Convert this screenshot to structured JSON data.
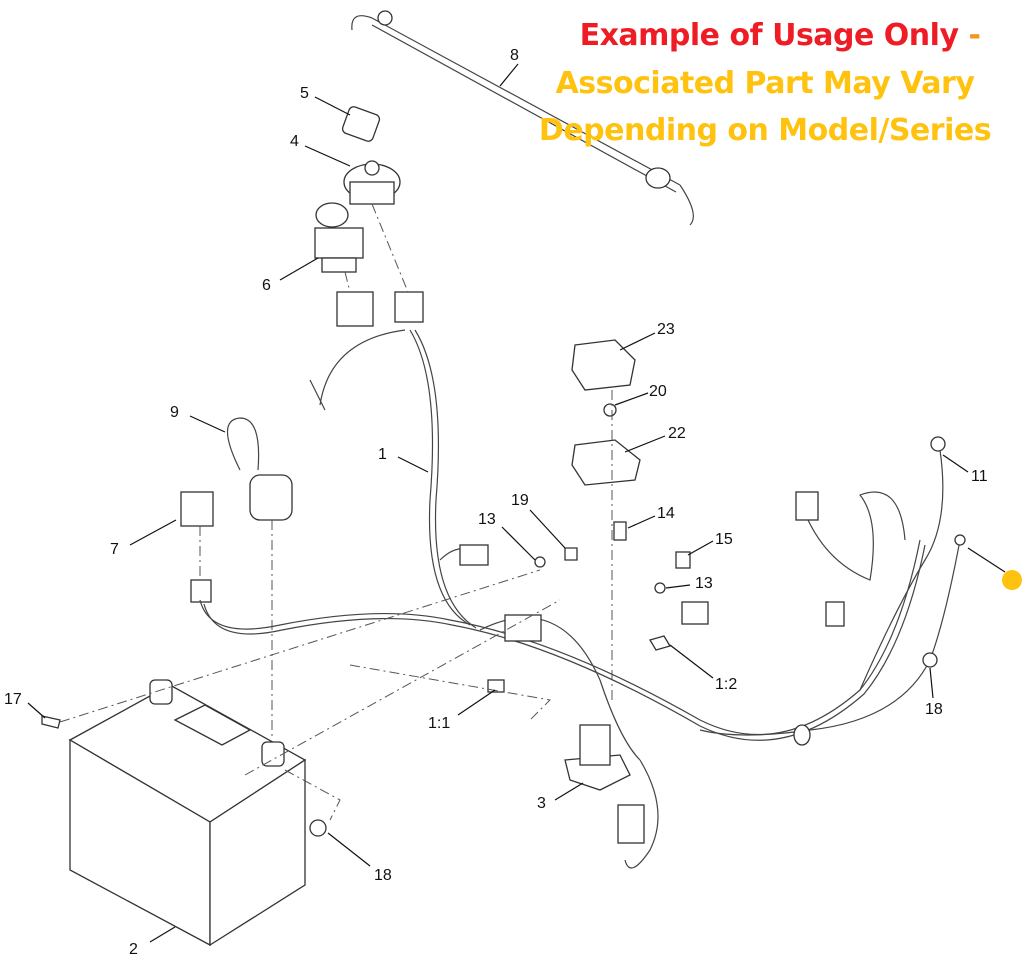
{
  "notice": {
    "line1": "Example of Usage Only",
    "dash": " -",
    "line2": "Associated Part May Vary",
    "line3": "Depending on Model/Series"
  },
  "callouts": [
    "8",
    "5",
    "4",
    "6",
    "23",
    "20",
    "22",
    "9",
    "1",
    "11",
    "19",
    "13",
    "14",
    "15",
    "13",
    "7",
    "1:2",
    "17",
    "1:1",
    "18",
    "3",
    "18",
    "2"
  ],
  "colors": {
    "notice_red": "#ee1c25",
    "notice_yellow": "#ffc20e",
    "hotspot": "#ffc20e"
  }
}
